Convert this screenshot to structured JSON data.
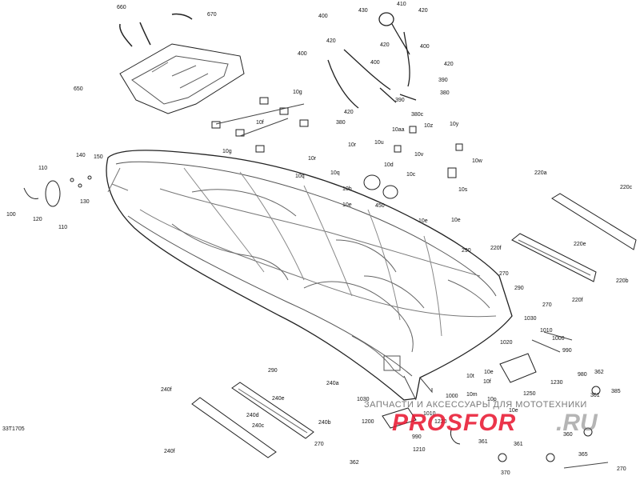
{
  "figure_code": "33T1705",
  "watermark": {
    "text": "ЗАПЧАСТИ И АКСЕССУАРЫ ДЛЯ МОТОТЕХНИКИ",
    "logo": "PROSFOR",
    "logo_tld": ".RU",
    "logo_color": "#e8122b"
  },
  "callouts": [
    "660",
    "670",
    "650",
    "400",
    "430",
    "410",
    "420",
    "420",
    "420",
    "400",
    "400",
    "400",
    "420",
    "390",
    "380",
    "420",
    "390",
    "380",
    "380c",
    "10g",
    "10f",
    "10g",
    "10aa",
    "10z",
    "10y",
    "10u",
    "10v",
    "10w",
    "10r",
    "10r",
    "10q",
    "10q",
    "10d",
    "10c",
    "10b",
    "10s",
    "10e",
    "450",
    "10e",
    "10e",
    "140",
    "150",
    "110",
    "130",
    "100",
    "120",
    "110",
    "220a",
    "220c",
    "220e",
    "220f",
    "220b",
    "220f",
    "290",
    "270",
    "290",
    "270",
    "1030",
    "1010",
    "1000",
    "1020",
    "990",
    "980",
    "362",
    "361",
    "385",
    "1230",
    "1250",
    "10t",
    "10e",
    "10f",
    "10p",
    "10m",
    "10e",
    "1030",
    "1000",
    "1010",
    "1220",
    "1200",
    "990",
    "1210",
    "362",
    "361",
    "361",
    "360",
    "365",
    "370",
    "270",
    "290",
    "240a",
    "240f",
    "240e",
    "240d",
    "240c",
    "240f",
    "240b",
    "270"
  ]
}
